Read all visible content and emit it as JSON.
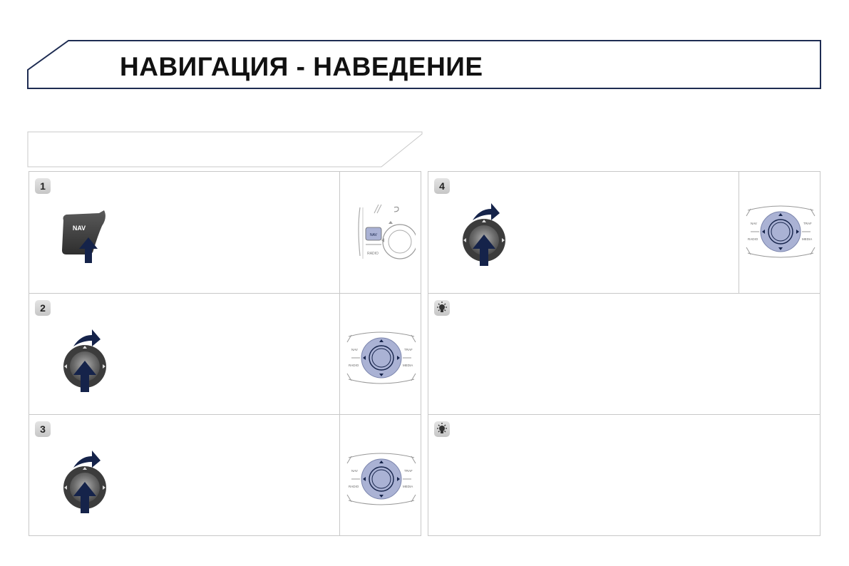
{
  "header": {
    "title": "НАВИГАЦИЯ - НАВЕДЕНИЕ"
  },
  "steps": [
    {
      "number": "1",
      "button_label": "NAV"
    },
    {
      "number": "2"
    },
    {
      "number": "3"
    },
    {
      "number": "4"
    }
  ],
  "panel_labels": {
    "nav": "NAV",
    "radio": "RADIO",
    "traf": "TRAF",
    "media": "MEDIA"
  },
  "colors": {
    "frame_navy": "#1e2c52",
    "arrow_navy": "#15234a",
    "knob_blue": "#aab2d4",
    "cell_border": "#c8c8c8"
  }
}
